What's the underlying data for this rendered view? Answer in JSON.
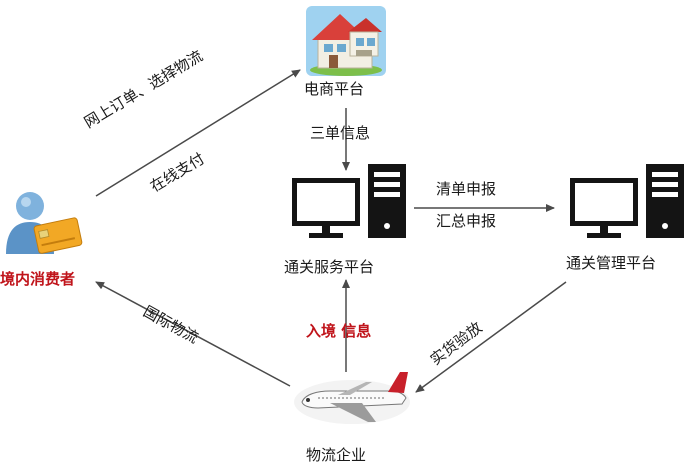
{
  "nodes": {
    "ecommerce": "电商平台",
    "customs_service": "通关服务平台",
    "customs_mgmt": "通关管理平台",
    "logistics": "物流企业",
    "consumer": "境内消费者"
  },
  "edges": {
    "three_docs": "三单信息",
    "order_line1": "网上订单、选择物流",
    "order_line2": "在线支付",
    "declare_line1": "清单申报",
    "declare_line2": "汇总申报",
    "inspection": "实货验放",
    "entry_info": "入境 信息",
    "intl_logistics": "国际物流"
  },
  "colors": {
    "accent_red": "#c0141b",
    "arrow": "#4a4a4a",
    "screen": "#141414",
    "house_roof": "#d9403a"
  },
  "icons": [
    "house-icon",
    "computer-icon",
    "airplane-icon",
    "consumer-icon"
  ]
}
